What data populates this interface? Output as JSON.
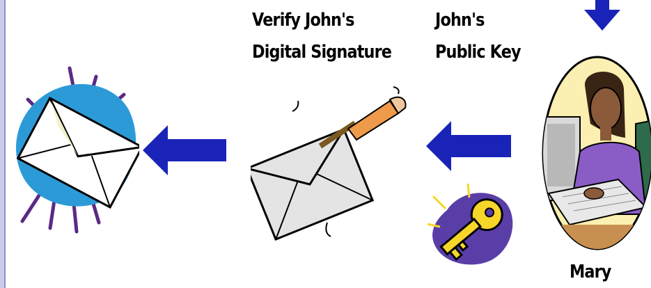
{
  "labels": {
    "verify_line1": "Verify John's",
    "verify_line2": "Digital Signature",
    "key_line1": "John's",
    "key_line2": "Public Key",
    "mary": "Mary"
  },
  "colors": {
    "arrow": "#1a23b8",
    "envelope_burst": "#2d9ad8",
    "burst_spikes": "#5a2a86",
    "key_gold": "#f6d629",
    "key_splash": "#5a3ea8",
    "portrait_bg": "#fbefb1",
    "shirt": "#8a5dc6"
  },
  "icons": [
    "email-burst-icon",
    "signed-envelope-icon",
    "golden-key-icon",
    "mary-portrait-icon",
    "arrow-left-icon",
    "arrow-down-icon"
  ]
}
